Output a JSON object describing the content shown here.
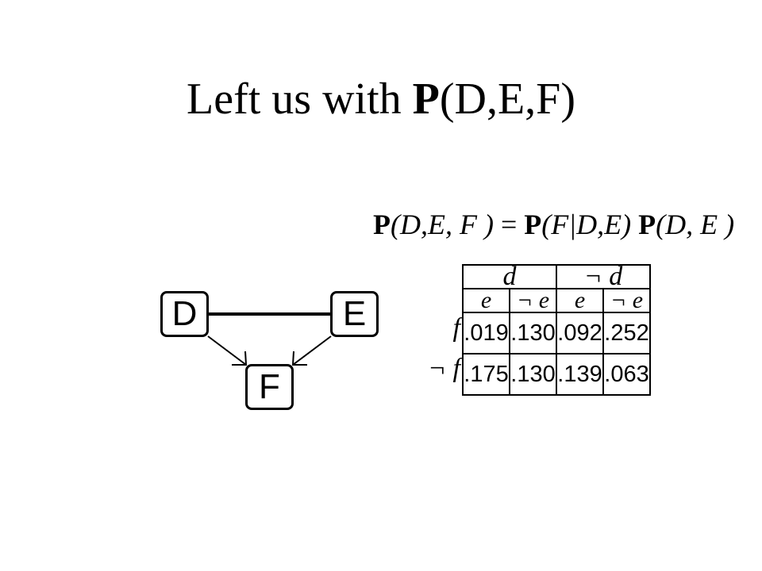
{
  "title": {
    "prefix": "Left us with ",
    "bold": "P",
    "suffix": "(D,E,F)"
  },
  "formula": {
    "lhs_bold": "P",
    "lhs_args": "(D,E, F )",
    "equals": " = ",
    "rhs1_bold": "P",
    "rhs1_args": "(F|D,E)",
    "rhs2_bold": "P",
    "rhs2_args": "(D, E )"
  },
  "graph": {
    "nodes": [
      {
        "id": "D",
        "label": "D"
      },
      {
        "id": "E",
        "label": "E"
      },
      {
        "id": "F",
        "label": "F"
      }
    ],
    "edges": [
      {
        "from": "D",
        "to": "E",
        "type": "undirected"
      },
      {
        "from": "D",
        "to": "F",
        "type": "directed"
      },
      {
        "from": "E",
        "to": "F",
        "type": "directed"
      }
    ]
  },
  "table": {
    "top_headers": [
      "d",
      "¬ d"
    ],
    "sub_headers": [
      "e",
      "¬ e",
      "e",
      "¬ e"
    ],
    "row_labels": [
      "f",
      "¬ f"
    ],
    "rows": [
      [
        ".019",
        ".130",
        ".092",
        ".252"
      ],
      [
        ".175",
        ".130",
        ".139",
        ".063"
      ]
    ]
  }
}
